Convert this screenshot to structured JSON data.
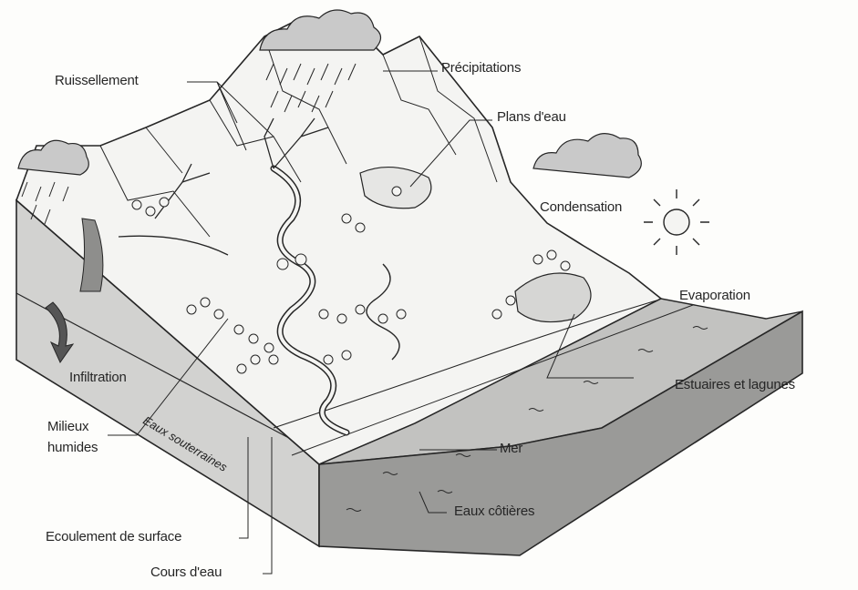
{
  "diagram": {
    "labels": {
      "precipitations": "Précipitations",
      "ruissellement": "Ruissellement",
      "plans_eau": "Plans d'eau",
      "condensation": "Condensation",
      "evaporation": "Evaporation",
      "infiltration": "Infiltration",
      "estuaires": "Estuaires et lagunes",
      "milieux_line1": "Milieux",
      "milieux_line2": "humides",
      "eaux_souterraines": "Eaux souterraines",
      "mer": "Mer",
      "eaux_cotieres": "Eaux côtières",
      "ecoulement": "Ecoulement de surface",
      "cours_eau": "Cours d'eau"
    },
    "colors": {
      "ink": "#262626",
      "land_top": "#f4f4f2",
      "ground_side": "#d2d2d0",
      "sea_top": "#c2c2c0",
      "sea_side": "#9a9a98",
      "cloud": "#c9c9c9"
    }
  }
}
